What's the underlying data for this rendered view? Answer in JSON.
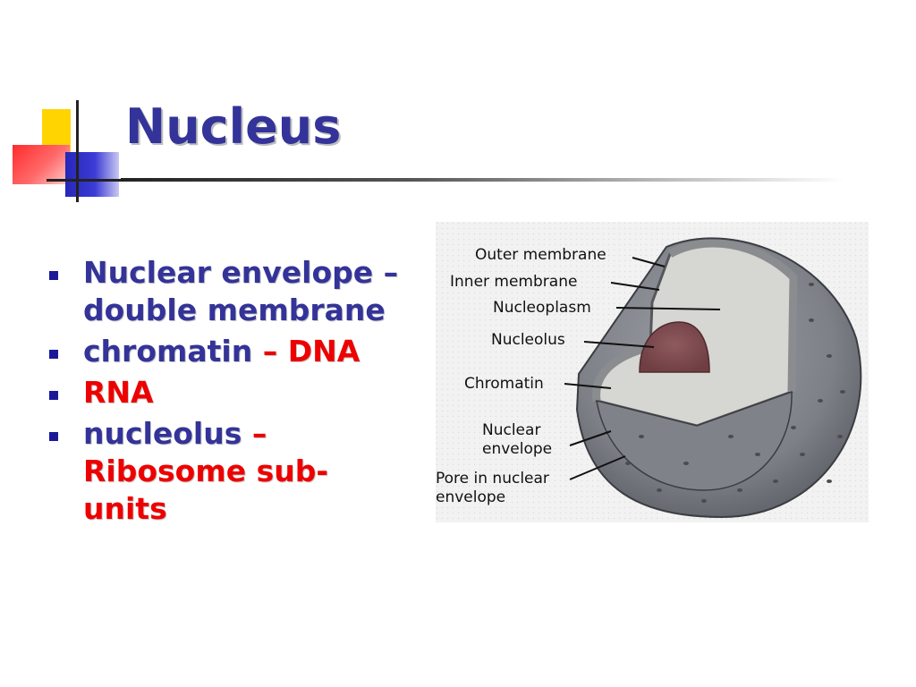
{
  "slide": {
    "title": "Nucleus",
    "colors": {
      "title": "#333399",
      "accent_red": "#ee0000",
      "bullet": "#1a1a99"
    },
    "bullets": [
      {
        "parts": [
          "Nuclear envelope – double membrane",
          ""
        ]
      },
      {
        "parts": [
          "chromatin",
          " – DNA"
        ]
      },
      {
        "parts": [
          "",
          "RNA"
        ]
      },
      {
        "parts": [
          "nucleolus",
          " – Ribosome sub-units"
        ]
      }
    ]
  },
  "diagram": {
    "labels": {
      "outer_membrane": "Outer membrane",
      "inner_membrane": "Inner membrane",
      "nucleoplasm": "Nucleoplasm",
      "nucleolus": "Nucleolus",
      "chromatin": "Chromatin",
      "nuclear_envelope_1": "Nuclear",
      "nuclear_envelope_2": "envelope",
      "pore_1": "Pore in nuclear",
      "pore_2": "envelope"
    }
  }
}
